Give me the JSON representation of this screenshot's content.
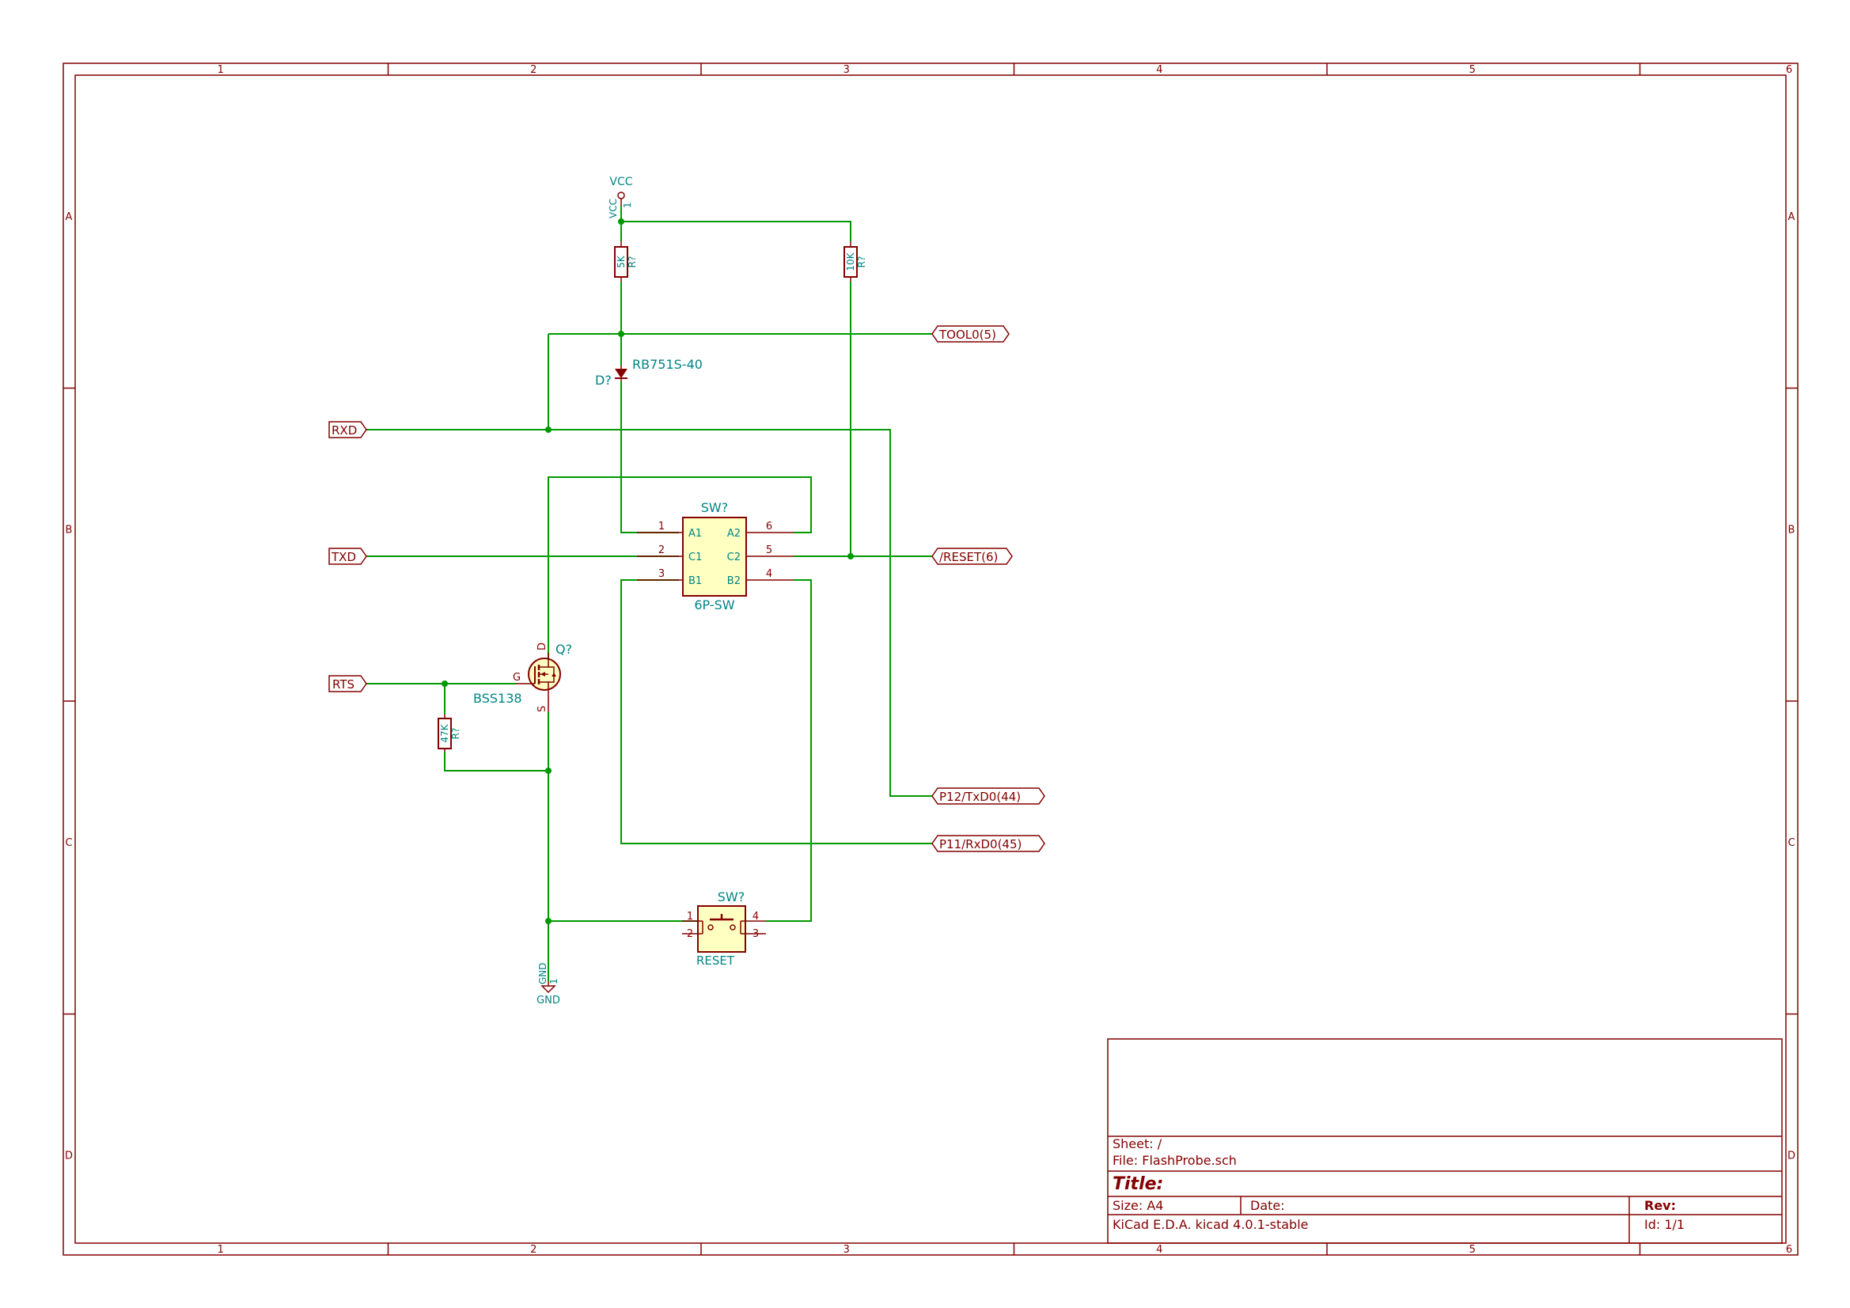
{
  "colors": {
    "frame": "#840000",
    "wire": "#009900",
    "component_fill": "#ffffc2",
    "reference_text": "#008484",
    "pin_text": "#840000"
  },
  "frame": {
    "columns": [
      "1",
      "2",
      "3",
      "4",
      "5",
      "6"
    ],
    "rows": [
      "A",
      "B",
      "C",
      "D"
    ]
  },
  "power": {
    "vcc": {
      "name": "VCC",
      "pin_name": "VCC",
      "pin_number": "1"
    },
    "gnd": {
      "name": "GND",
      "pin_name": "GND",
      "pin_number": "1"
    }
  },
  "components": {
    "r_5k": {
      "value": "5K",
      "ref": "R?"
    },
    "r_10k": {
      "value": "10K",
      "ref": "R?"
    },
    "r_47k": {
      "value": "47K",
      "ref": "R?"
    },
    "diode": {
      "ref": "D?",
      "value": "RB751S-40"
    },
    "mosfet": {
      "ref": "Q?",
      "value": "BSS138",
      "pin_g": "G",
      "pin_d": "D",
      "pin_s": "S"
    },
    "switch_6p": {
      "ref": "SW?",
      "value": "6P-SW",
      "pins_left": [
        "A1",
        "C1",
        "B1"
      ],
      "pins_right": [
        "A2",
        "C2",
        "B2"
      ],
      "numbers_left": [
        "1",
        "2",
        "3"
      ],
      "numbers_right": [
        "6",
        "5",
        "4"
      ]
    },
    "switch_reset": {
      "ref": "SW?",
      "value": "RESET",
      "numbers": [
        "1",
        "2",
        "4",
        "3"
      ]
    }
  },
  "labels": {
    "rxd": "RXD",
    "txd": "TXD",
    "rts": "RTS",
    "tool0": "TOOL0(5)",
    "reset": "/RESET(6)",
    "p12": "P12/TxD0(44)",
    "p11": "P11/RxD0(45)"
  },
  "title_block": {
    "sheet": "Sheet: /",
    "file": "File: FlashProbe.sch",
    "title": "Title:",
    "size": "Size: A4",
    "date": "Date:",
    "rev": "Rev:",
    "tool": "KiCad E.D.A.  kicad 4.0.1-stable",
    "id": "Id: 1/1"
  }
}
